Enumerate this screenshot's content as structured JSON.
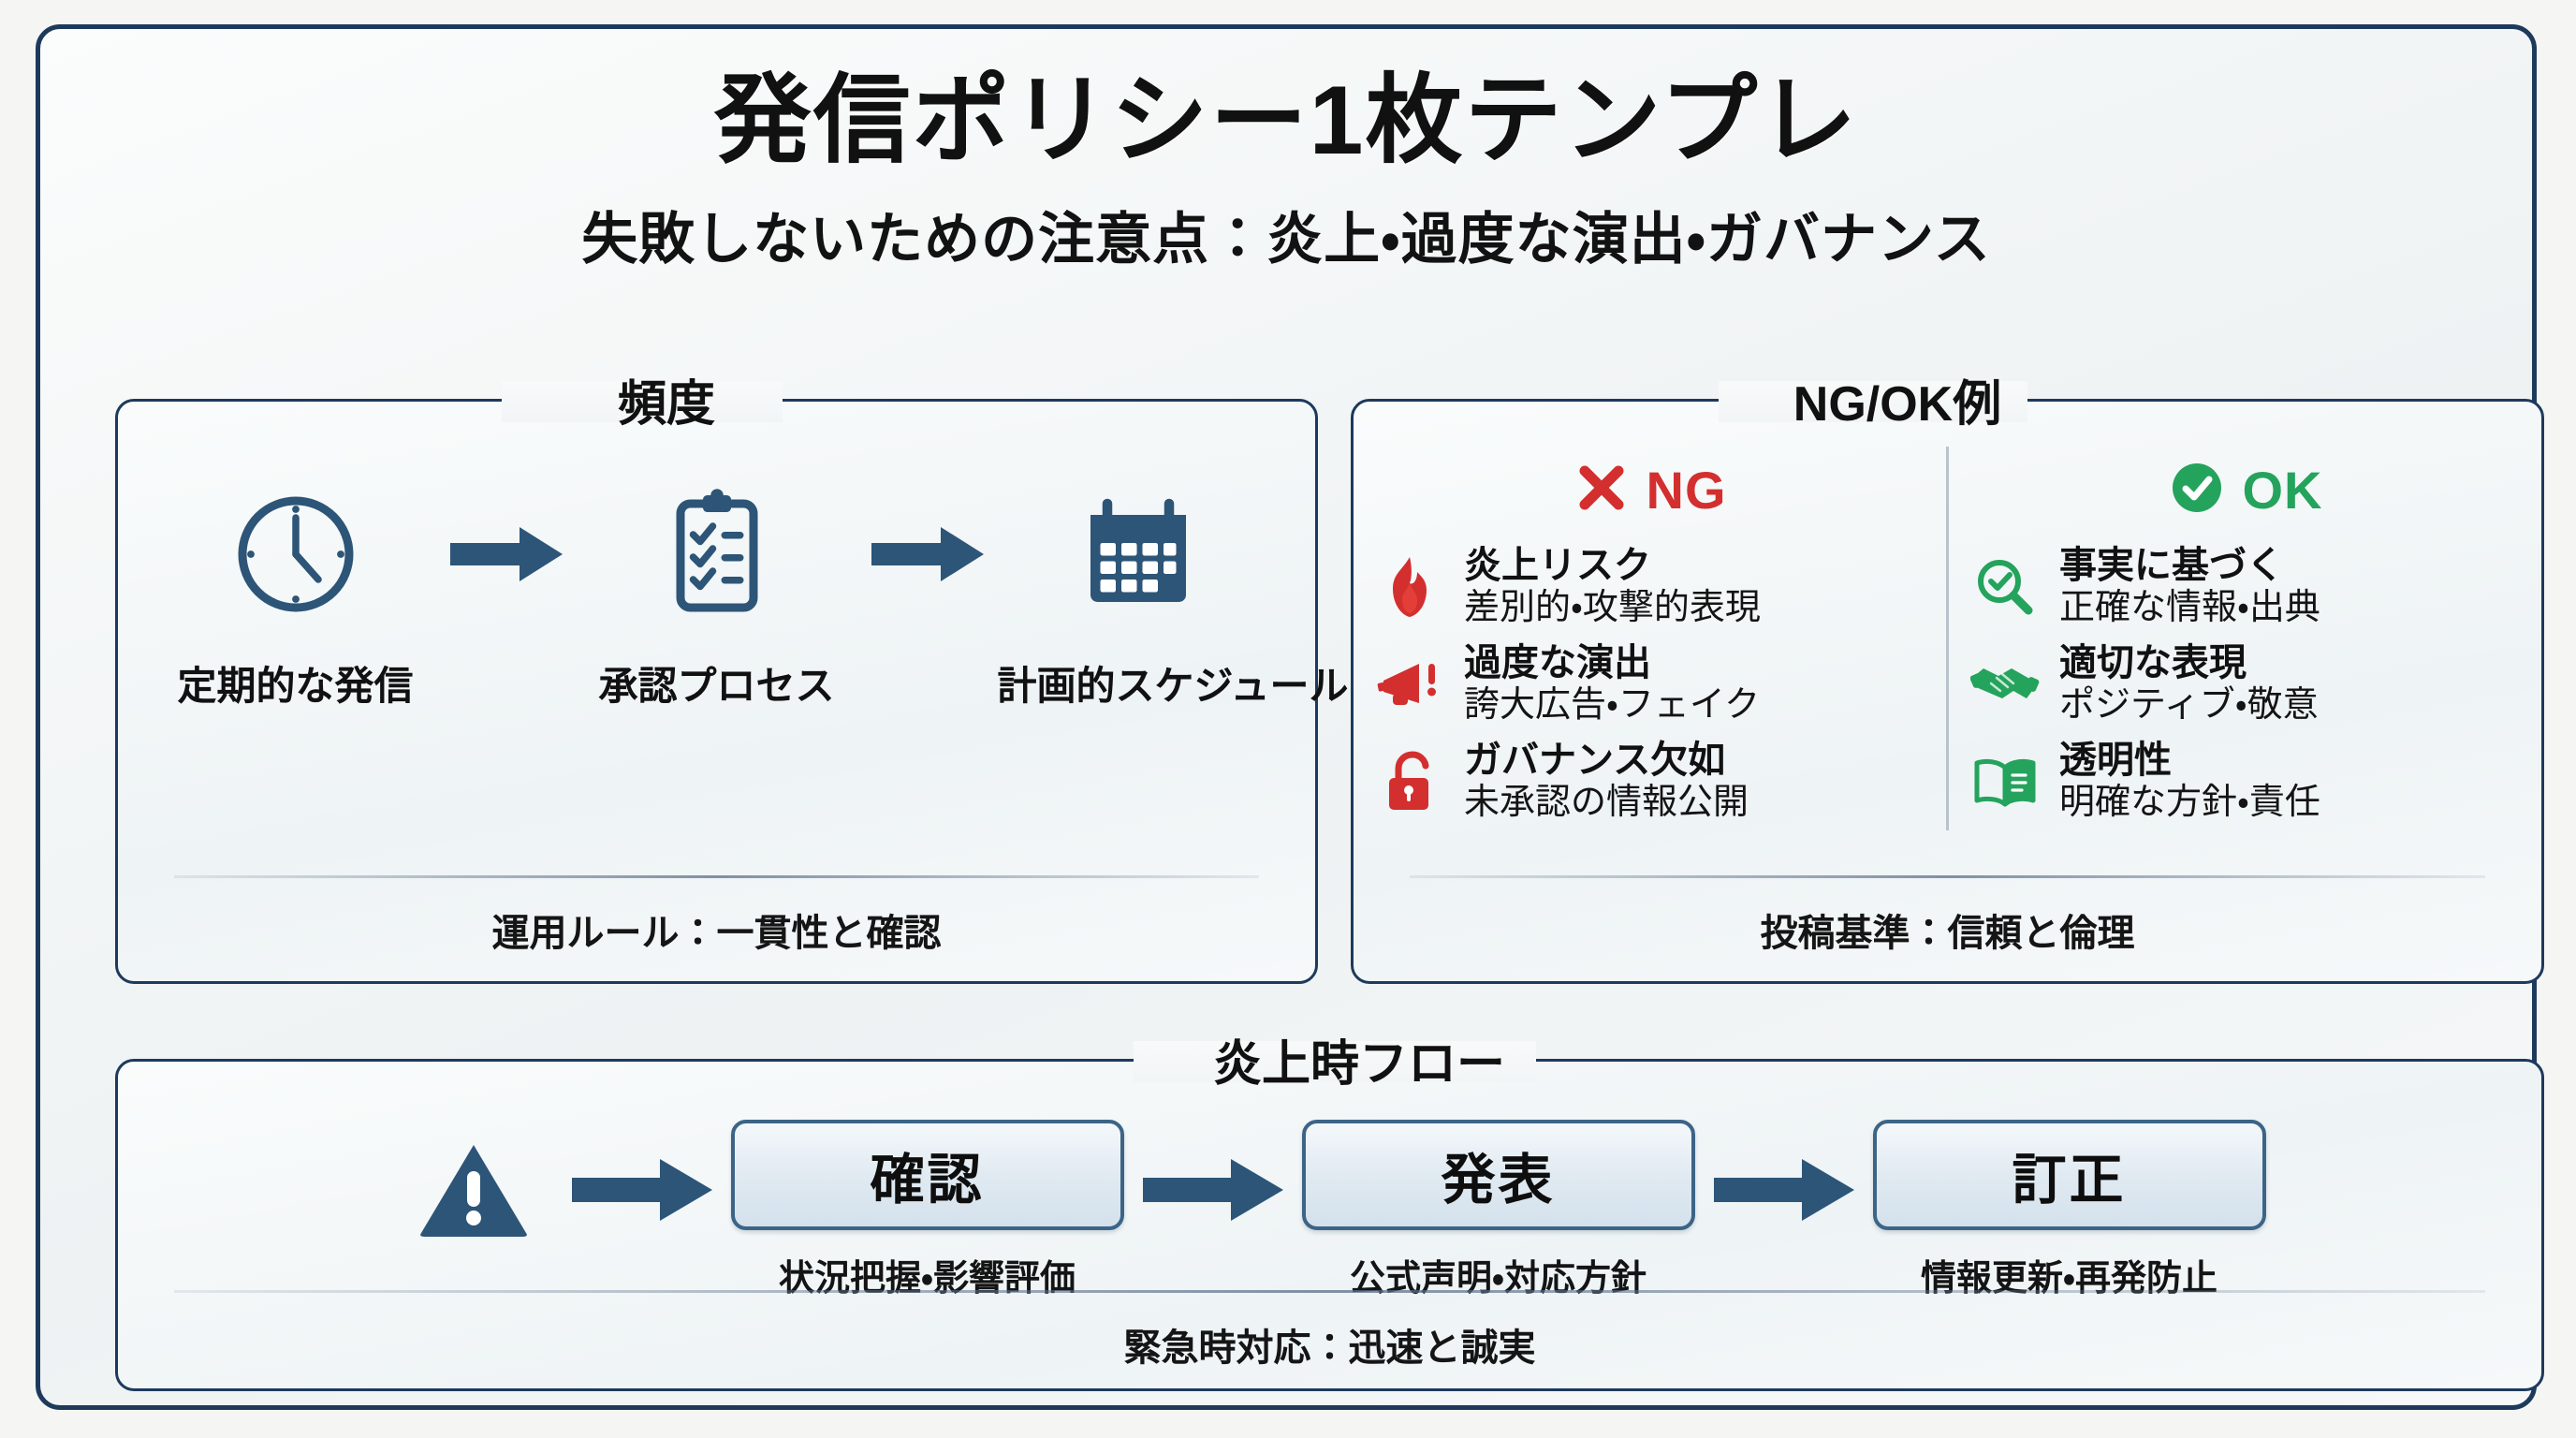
{
  "header": {
    "title": "発信ポリシー1枚テンプレ",
    "subtitle": "失敗しないための注意点：炎上・過度な演出・ガバナンス"
  },
  "colors": {
    "border_navy": "#1d3a5c",
    "steel_blue": "#2d5577",
    "box_border": "#3c6487",
    "ng_red": "#d32f2f",
    "ok_green": "#24a35c",
    "background": "#f5f6f4"
  },
  "frequency_panel": {
    "title": "頻度",
    "steps": [
      {
        "icon": "clock-icon",
        "label": "定期的な発信"
      },
      {
        "icon": "clipboard-checklist-icon",
        "label": "承認プロセス"
      },
      {
        "icon": "calendar-icon",
        "label": "計画的スケジュール"
      }
    ],
    "arrow_icon": "arrow-right-icon",
    "footer": "運用ルール：一貫性と確認"
  },
  "ngok_panel": {
    "title": "NG/OK例",
    "ng": {
      "badge_icon": "cross-mark-icon",
      "badge_label": "NG",
      "items": [
        {
          "icon": "fire-icon",
          "heading": "炎上リスク",
          "detail": "差別的・攻撃的表現"
        },
        {
          "icon": "megaphone-alert-icon",
          "heading": "過度な演出",
          "detail": "誇大広告・フェイク"
        },
        {
          "icon": "unlocked-padlock-icon",
          "heading": "ガバナンス欠如",
          "detail": "未承認の情報公開"
        }
      ]
    },
    "ok": {
      "badge_icon": "check-circle-icon",
      "badge_label": "OK",
      "items": [
        {
          "icon": "magnifier-check-icon",
          "heading": "事実に基づく",
          "detail": "正確な情報・出典"
        },
        {
          "icon": "handshake-icon",
          "heading": "適切な表現",
          "detail": "ポジティブ・敬意"
        },
        {
          "icon": "open-book-icon",
          "heading": "透明性",
          "detail": "明確な方針・責任"
        }
      ]
    },
    "footer": "投稿基準：信頼と倫理"
  },
  "flow_panel": {
    "title": "炎上時フロー",
    "warning_icon": "warning-triangle-icon",
    "arrow_icon": "arrow-right-icon",
    "steps": [
      {
        "label": "確認",
        "caption": "状況把握・影響評価"
      },
      {
        "label": "発表",
        "caption": "公式声明・対応方針"
      },
      {
        "label": "訂正",
        "caption": "情報更新・再発防止"
      }
    ],
    "footer": "緊急時対応：迅速と誠実"
  }
}
